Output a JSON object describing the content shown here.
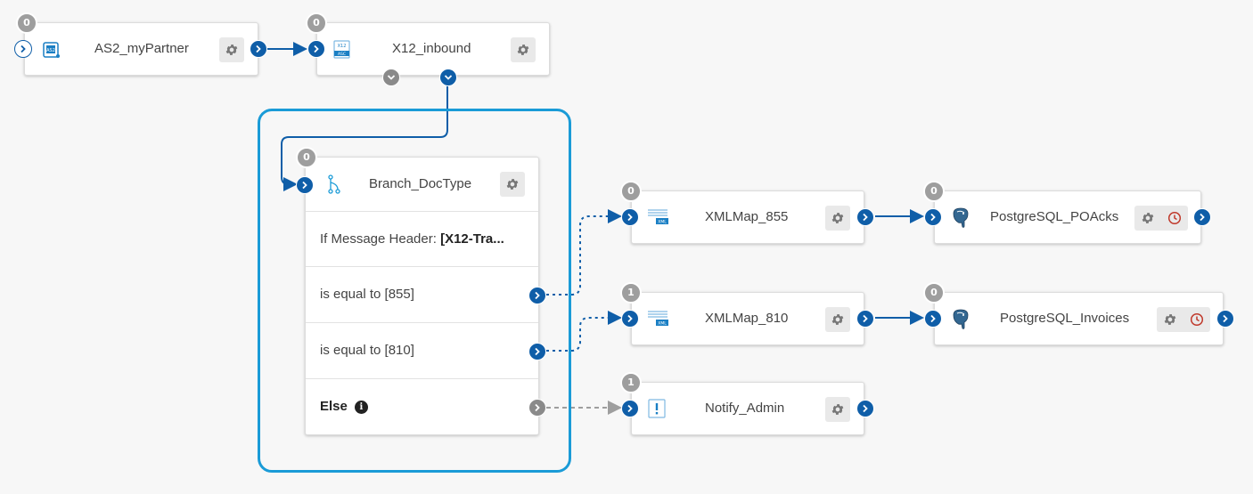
{
  "colors": {
    "port_blue": "#0f5ea8",
    "branch_highlight": "#1a9bd7",
    "badge_grey": "#9e9e9e",
    "clock_red": "#c0392b"
  },
  "nodes": {
    "as2": {
      "name": "AS2_myPartner",
      "badge": "0",
      "icon": "as2-connector-icon"
    },
    "x12": {
      "name": "X12_inbound",
      "badge": "0",
      "icon": "x12-connector-icon"
    },
    "branch": {
      "name": "Branch_DocType",
      "badge": "0",
      "icon": "branch-icon",
      "condition_prefix": "If Message Header:",
      "condition_field": "[X12-Tra...",
      "cases": [
        "is equal to [855]",
        "is equal to [810]"
      ],
      "else_label": "Else",
      "info_glyph": "i"
    },
    "xmlmap855": {
      "name": "XMLMap_855",
      "badge": "0",
      "icon": "xml-map-icon"
    },
    "xmlmap810": {
      "name": "XMLMap_810",
      "badge": "1",
      "icon": "xml-map-icon"
    },
    "notify": {
      "name": "Notify_Admin",
      "badge": "1",
      "icon": "notify-icon"
    },
    "pg_poacks": {
      "name": "PostgreSQL_POAcks",
      "badge": "0",
      "icon": "postgresql-icon"
    },
    "pg_invoices": {
      "name": "PostgreSQL_Invoices",
      "badge": "0",
      "icon": "postgresql-icon"
    }
  }
}
